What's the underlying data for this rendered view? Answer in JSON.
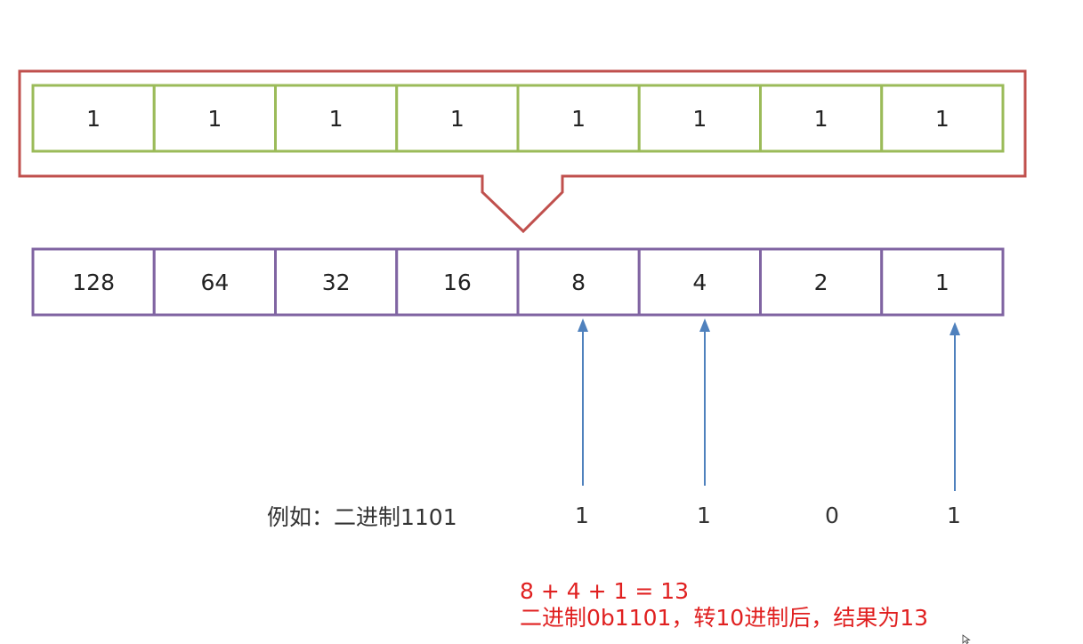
{
  "top_row": {
    "cells": [
      "1",
      "1",
      "1",
      "1",
      "1",
      "1",
      "1",
      "1"
    ]
  },
  "bottom_row": {
    "cells": [
      "128",
      "64",
      "32",
      "16",
      "8",
      "4",
      "2",
      "1"
    ]
  },
  "example": {
    "label": "例如：二进制1101",
    "bits": [
      "1",
      "1",
      "0",
      "1"
    ]
  },
  "result": {
    "sum_line": "8 + 4 + 1 = 13",
    "conclusion_line": "二进制0b1101，转10进制后，结果为13"
  },
  "colors": {
    "outer_frame": "#c0504d",
    "top_row_border": "#9bbb59",
    "bottom_row_border": "#8064a2",
    "arrows": "#4f81bd",
    "result_text": "#e02020",
    "caption_text": "#333333"
  }
}
